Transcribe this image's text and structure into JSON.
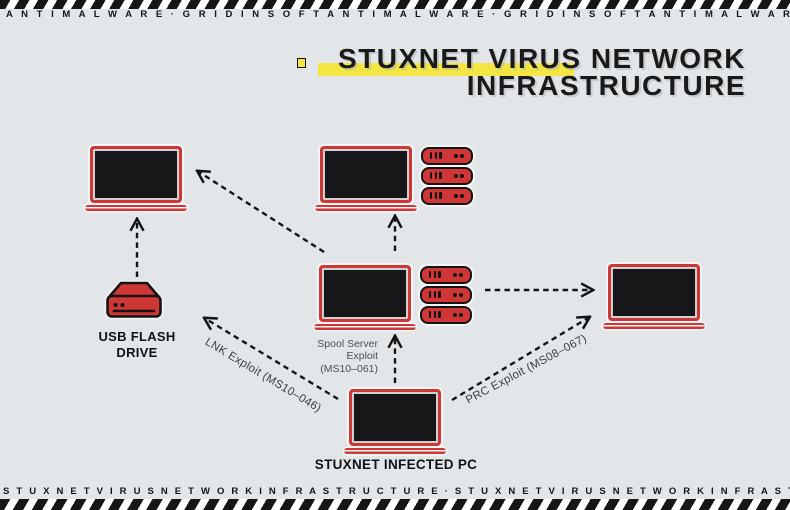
{
  "colors": {
    "background": "#e3e6e9",
    "red": "#cf3737",
    "yellow": "#f3e644",
    "ink": "#161616"
  },
  "marquee_top": "A N T I M A L W A R E   ·   G R I D I N S O F T   A N T I M A L W A R E   ·   G R I D I N S O F T   A N T I M A L W A R E   ·   G R I D I N S O F T   A N T I M A L W A R E",
  "marquee_bottom": "S T U X N E T   V I R U S   N E T W O R K   I N F R A S T R U C T U R E   ·   S T U X N E T   V I R U S   N E T W O R K   I N F R A S T R U C T U R E   ·   S T U X N E T   V I R U S   N E T W O R K",
  "title": {
    "line1": "STUXNET VIRUS NETWORK",
    "line2": "INFRASTRUCTURE"
  },
  "labels": {
    "usb_line1": "USB FLASH",
    "usb_line2": "DRIVE",
    "infected_pc": "STUXNET INFECTED PC",
    "spool_line1": "Spool Server",
    "spool_line2": "Exploit",
    "spool_line3": "(MS10–061)",
    "lnk": "LNK Exploit (MS10–046)",
    "prc": "PRC Exploit (MS08–067)"
  }
}
